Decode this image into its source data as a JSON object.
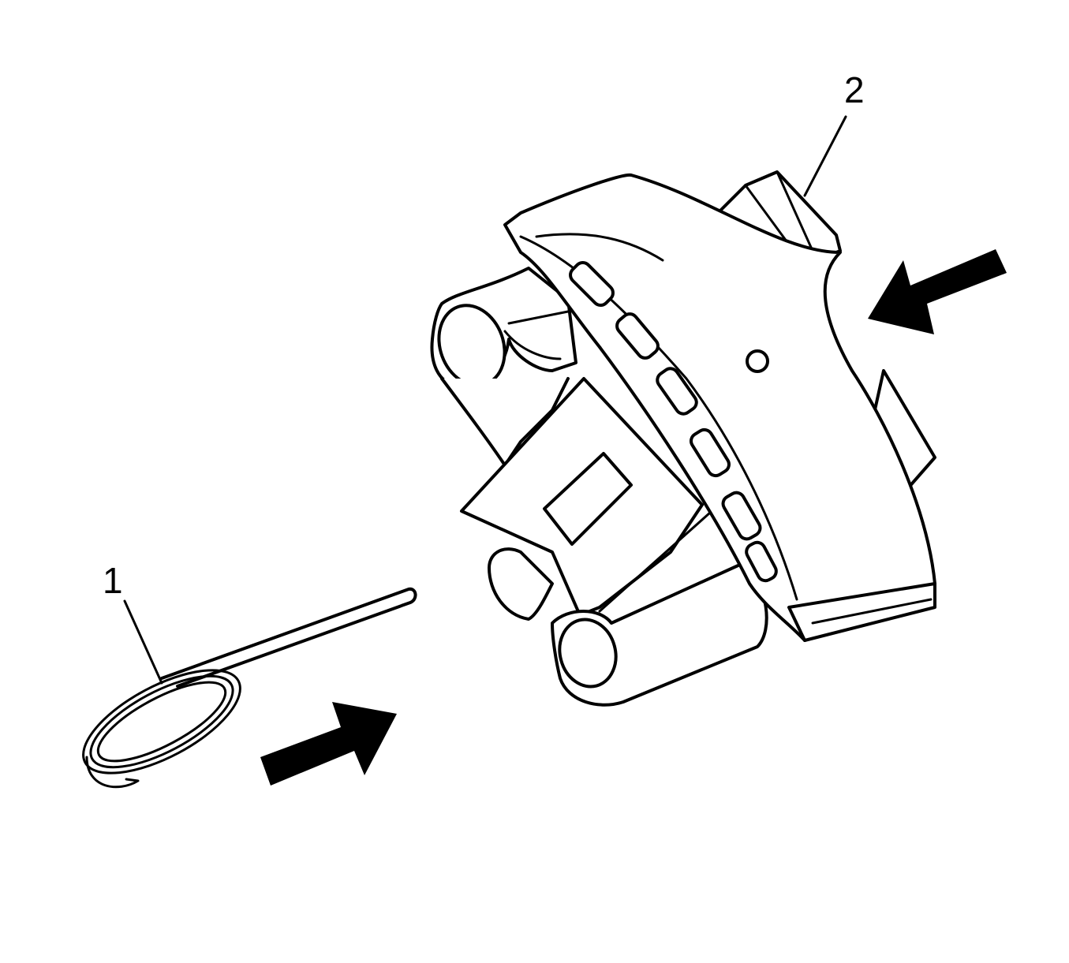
{
  "callouts": [
    {
      "id": "1",
      "label": "1",
      "refers_to": "spring"
    },
    {
      "id": "2",
      "label": "2",
      "refers_to": "tensioner"
    }
  ],
  "arrows": [
    {
      "name": "install-direction-arrow-spring",
      "direction": "up-right"
    },
    {
      "name": "push-direction-arrow-tensioner",
      "direction": "down-left"
    }
  ],
  "colors": {
    "background": "#ffffff",
    "line": "#000000",
    "arrow_fill": "#000000"
  }
}
